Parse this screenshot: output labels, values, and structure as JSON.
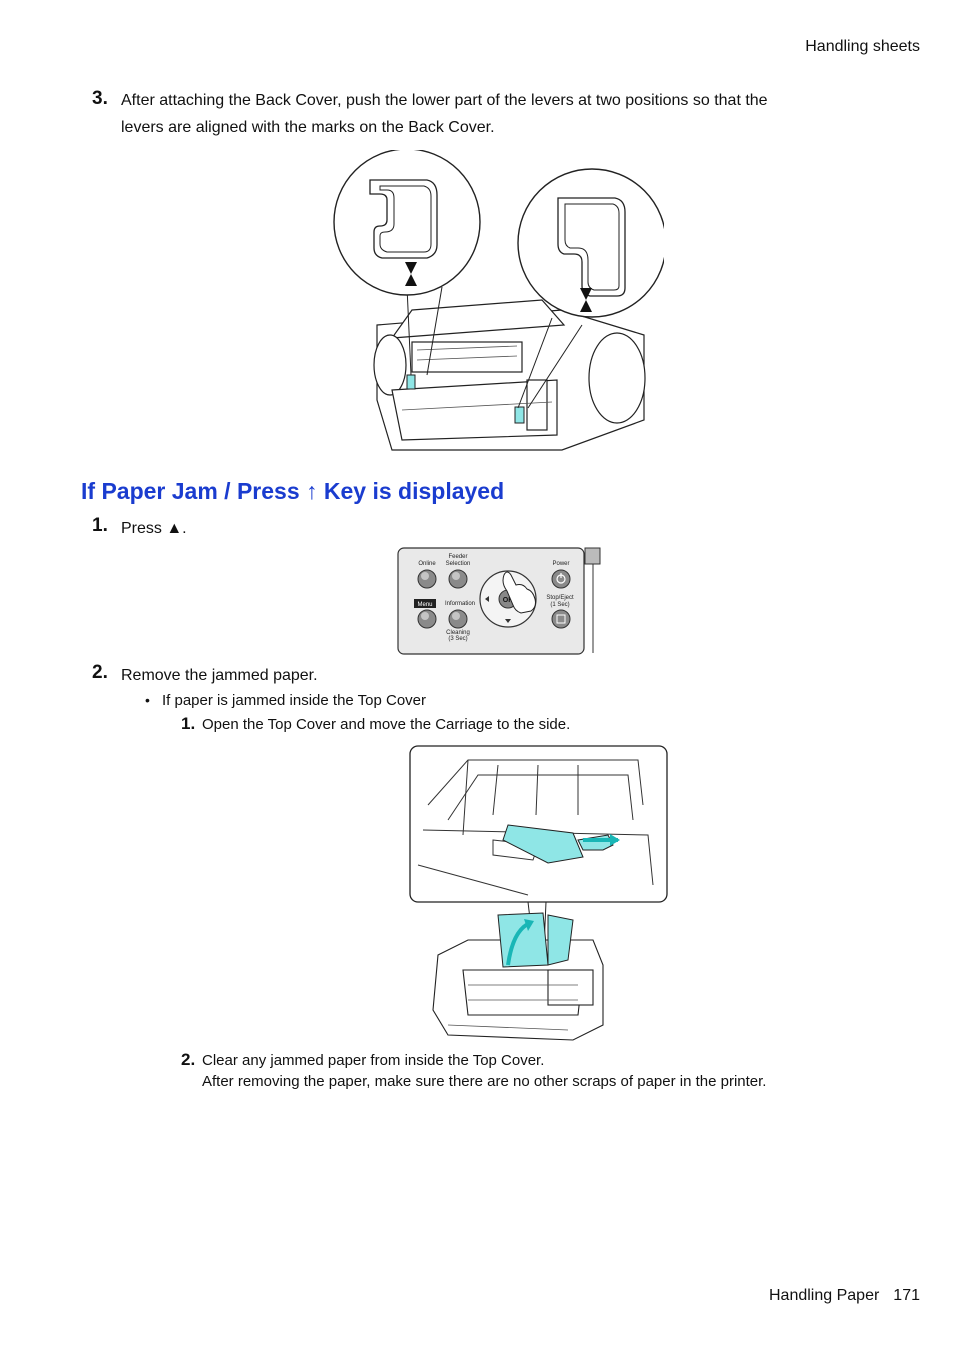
{
  "header": {
    "section": "Handling sheets"
  },
  "step3": {
    "number": "3.",
    "text_line1": "After attaching the Back Cover, push the lower part of the levers at two positions so that the",
    "text_line2": "levers are aligned with the marks on the Back Cover."
  },
  "section_heading": "If Paper Jam / Press ↑ Key is displayed",
  "step1": {
    "number": "1.",
    "text": "Press ▲."
  },
  "control_panel": {
    "online": "Online",
    "feeder_selection_1": "Feeder",
    "feeder_selection_2": "Selection",
    "menu": "Menu",
    "information": "Information",
    "cleaning_1": "Cleaning",
    "cleaning_2": "(3 Sec)",
    "ok": "OK",
    "power": "Power",
    "stop_eject_1": "Stop/Eject",
    "stop_eject_2": "(1 Sec)"
  },
  "step2": {
    "number": "2.",
    "text": "Remove the jammed paper.",
    "bullet": "If paper is jammed inside the Top Cover",
    "sub1": {
      "number": "1.",
      "text": "Open the Top Cover and move the Carriage to the side."
    },
    "sub2": {
      "number": "2.",
      "text_line1": "Clear any jammed paper from inside the Top Cover.",
      "text_line2": "After removing the paper, make sure there are no other scraps of paper in the printer."
    }
  },
  "footer": {
    "chapter": "Handling Paper",
    "page": "171"
  },
  "colors": {
    "heading": "#1a3ccf",
    "highlight": "#8fe6e6"
  },
  "icons": [
    "up-triangle-icon",
    "pointing-hand-icon",
    "power-icon",
    "stop-icon"
  ]
}
